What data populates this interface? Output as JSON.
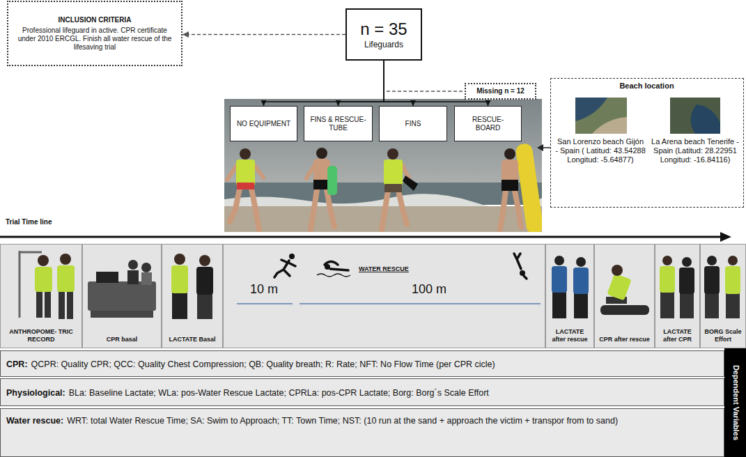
{
  "diagram": {
    "nodes": [
      {
        "text": [
          "INCLUSION CRITERIA",
          "Professional lifeguard in active. CPR certificate under 2010 ERCGL. Finish all water rescue of the lifesaving trial"
        ]
      },
      {
        "text": [
          "n = 35",
          "Lifeguards"
        ]
      },
      {
        "text": [
          "Missing n = 12"
        ]
      },
      {
        "text": [
          "NO EQUIPMENT"
        ]
      },
      {
        "text": [
          "FINS & RESCUE-TUBE"
        ]
      },
      {
        "text": [
          "FINS"
        ]
      },
      {
        "text": [
          "RESCUE-BOARD"
        ]
      },
      {
        "text": [
          "Beach location",
          "San Lorenzo beach Gijón - Spain ( Latitud: 43.54288 Longitud: -5.64877)",
          "La Arena beach Tenerife - Spain (Latitud: 28.22951 Longitud: -16.84116)"
        ]
      },
      {
        "text": [
          "ANTHROPOME- TRIC RECORD"
        ]
      },
      {
        "text": [
          "CPR basal"
        ]
      },
      {
        "text": [
          "LACTATE Basal"
        ]
      },
      {
        "text": [
          "10 m",
          "WATER RESCUE",
          "100 m"
        ]
      },
      {
        "text": [
          "LACTATE after rescue"
        ]
      },
      {
        "text": [
          "CPR after rescue"
        ]
      },
      {
        "text": [
          "LACTATE after CPR"
        ]
      },
      {
        "text": [
          "BORG Scale Effort"
        ]
      },
      {
        "text": [
          "CPR:",
          "QCPR: Quality CPR; QCC: Quality Chest Compression; QB: Quality breath; R: Rate; NFT: No Flow Time (per CPR cicle)"
        ]
      },
      {
        "text": [
          "Physiological:",
          "BLa: Baseline Lactate; WLa: pos-Water Rescue Lactate; CPRLa: pos-CPR Lactate; Borg: Borg´s Scale Effort"
        ]
      },
      {
        "text": [
          "Water rescue:",
          "WRT: total Water Rescue Time; SA: Swim to Approach; TT: Town Time; NST: (10 run at the sand + approach the victim + transpor from to sand)"
        ]
      },
      {
        "text": [
          "Dependent Variables"
        ]
      }
    ],
    "edges": [
      {
        "from": 1,
        "to": 0,
        "arrow": "to"
      },
      {
        "from": 1,
        "to": 2,
        "arrow": "none"
      },
      {
        "from": 1,
        "to": 3,
        "arrow": "to"
      },
      {
        "from": 1,
        "to": 4,
        "arrow": "to"
      },
      {
        "from": 1,
        "to": 5,
        "arrow": "to"
      },
      {
        "from": 1,
        "to": 6,
        "arrow": "to"
      }
    ],
    "labels": [
      "Trial Time line"
    ]
  }
}
